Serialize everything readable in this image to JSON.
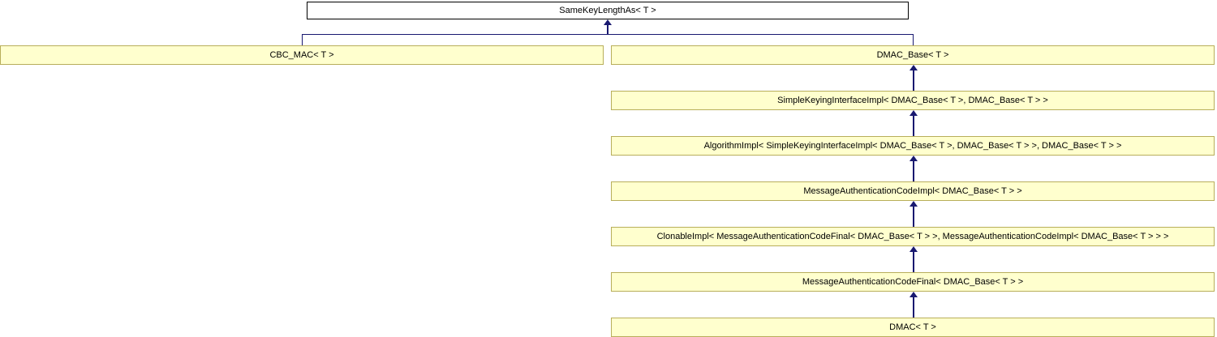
{
  "diagram": {
    "kind": "class-inheritance-diagram",
    "colors": {
      "edge": "#191970",
      "documented_node_fill": "#ffffce",
      "documented_node_border": "#b8ae5a",
      "undocumented_node_fill": "#ffffff",
      "undocumented_node_border": "#000000",
      "text": "#000000",
      "background": "#ffffff"
    },
    "nodes": [
      {
        "id": "SameKeyLengthAs",
        "label": "SameKeyLengthAs< T >",
        "style": "white"
      },
      {
        "id": "CBC_MAC",
        "label": "CBC_MAC< T >",
        "style": "yellow"
      },
      {
        "id": "DMAC_Base",
        "label": "DMAC_Base< T >",
        "style": "yellow"
      },
      {
        "id": "SimpleKeyingInterfaceImpl",
        "label": "SimpleKeyingInterfaceImpl< DMAC_Base< T >, DMAC_Base< T > >",
        "style": "yellow"
      },
      {
        "id": "AlgorithmImpl",
        "label": "AlgorithmImpl< SimpleKeyingInterfaceImpl< DMAC_Base< T >, DMAC_Base< T > >, DMAC_Base< T > >",
        "style": "yellow"
      },
      {
        "id": "MessageAuthenticationCodeImpl",
        "label": "MessageAuthenticationCodeImpl< DMAC_Base< T > >",
        "style": "yellow"
      },
      {
        "id": "ClonableImpl",
        "label": "ClonableImpl< MessageAuthenticationCodeFinal< DMAC_Base< T > >, MessageAuthenticationCodeImpl< DMAC_Base< T > > >",
        "style": "yellow"
      },
      {
        "id": "MessageAuthenticationCodeFinal",
        "label": "MessageAuthenticationCodeFinal< DMAC_Base< T > >",
        "style": "yellow"
      },
      {
        "id": "DMAC",
        "label": "DMAC< T >",
        "style": "yellow"
      }
    ],
    "edges": [
      {
        "from": "CBC_MAC",
        "to": "SameKeyLengthAs",
        "relation": "inherits"
      },
      {
        "from": "DMAC_Base",
        "to": "SameKeyLengthAs",
        "relation": "inherits"
      },
      {
        "from": "SimpleKeyingInterfaceImpl",
        "to": "DMAC_Base",
        "relation": "inherits"
      },
      {
        "from": "AlgorithmImpl",
        "to": "SimpleKeyingInterfaceImpl",
        "relation": "inherits"
      },
      {
        "from": "MessageAuthenticationCodeImpl",
        "to": "AlgorithmImpl",
        "relation": "inherits"
      },
      {
        "from": "ClonableImpl",
        "to": "MessageAuthenticationCodeImpl",
        "relation": "inherits"
      },
      {
        "from": "MessageAuthenticationCodeFinal",
        "to": "ClonableImpl",
        "relation": "inherits"
      },
      {
        "from": "DMAC",
        "to": "MessageAuthenticationCodeFinal",
        "relation": "inherits"
      }
    ]
  }
}
